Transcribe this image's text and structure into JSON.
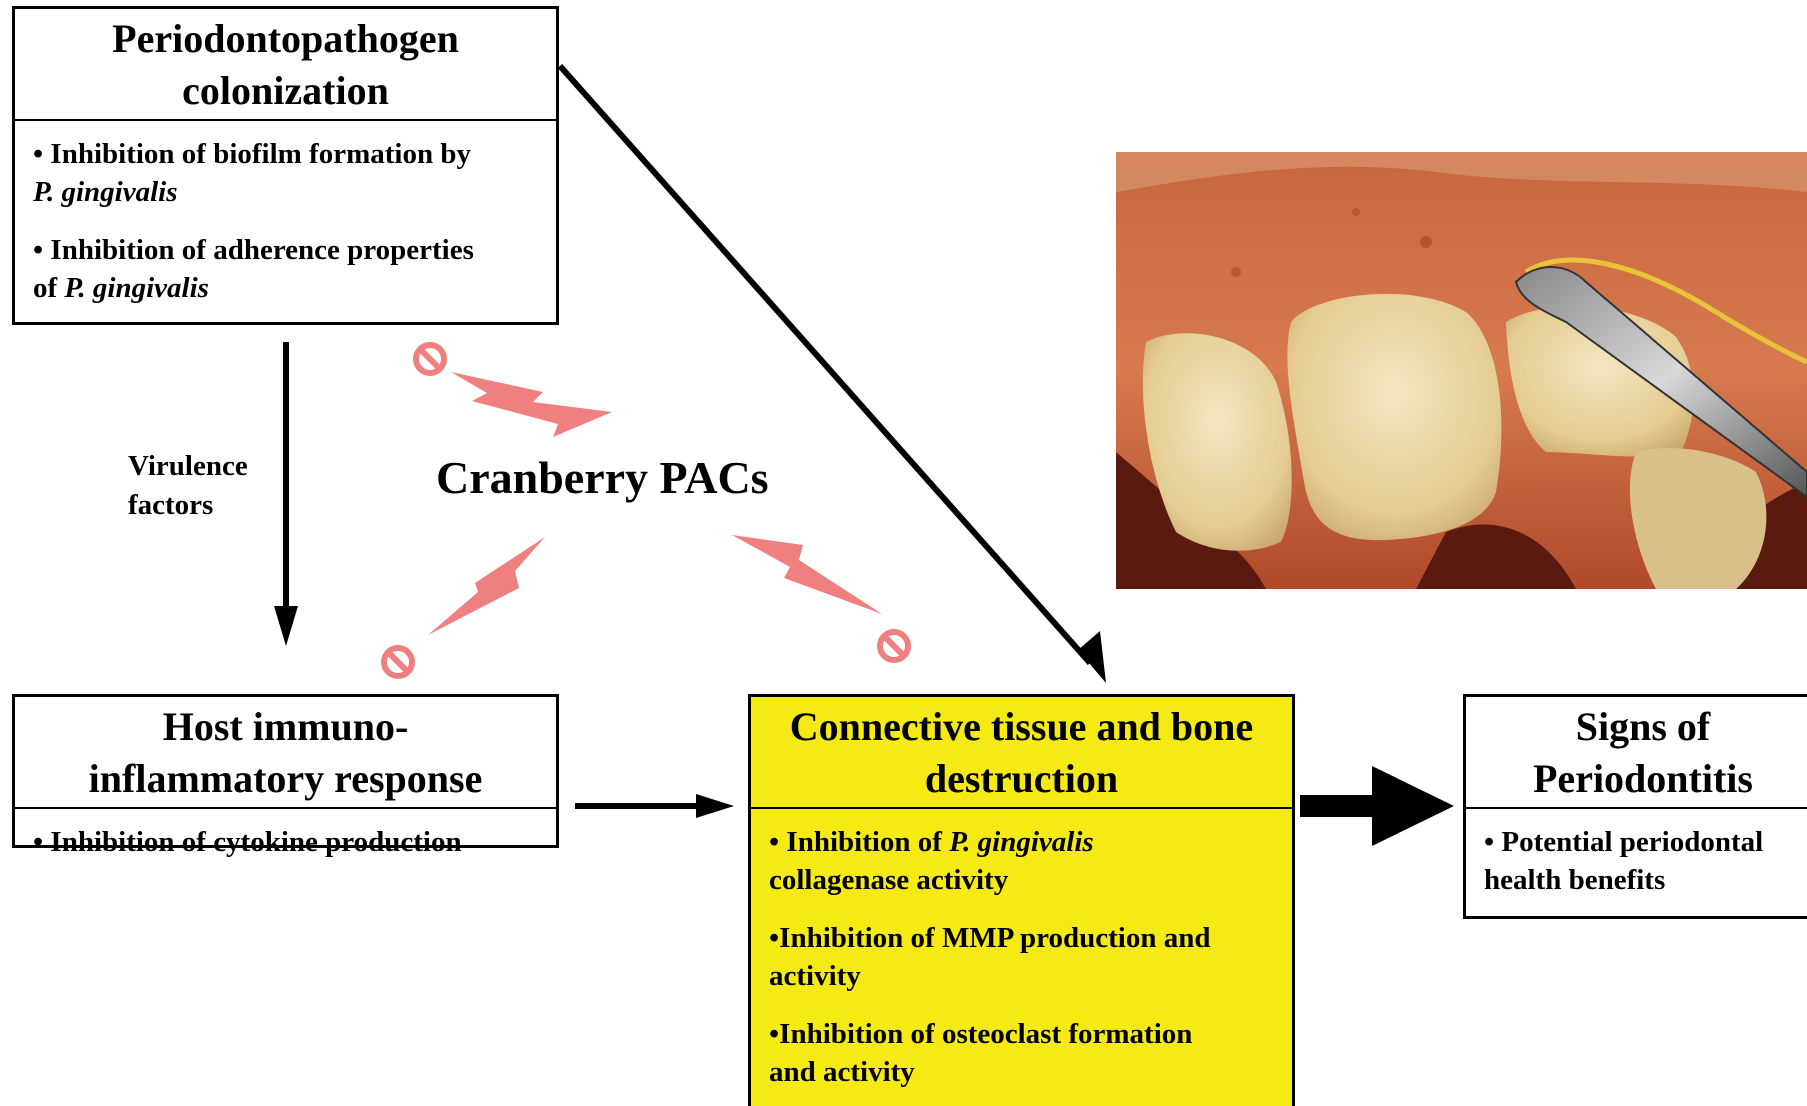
{
  "boxes": {
    "colonization": {
      "title_line1": "Periodontopathogen",
      "title_line2": "colonization",
      "item1_a": "• Inhibition of biofilm formation by",
      "item1_b": "P. gingivalis",
      "item2_a": "• Inhibition of adherence properties",
      "item2_b": "of ",
      "item2_c": "P. gingivalis"
    },
    "host": {
      "title_line1": "Host immuno-",
      "title_line2": "inflammatory response",
      "item1": "• Inhibition of cytokine production"
    },
    "destruction": {
      "title_line1": "Connective tissue and bone",
      "title_line2": "destruction",
      "item1_a": "• Inhibition of ",
      "item1_b": "P. gingivalis",
      "item1_c": "collagenase activity",
      "item2_a": "•Inhibition of MMP production and",
      "item2_b": "activity",
      "item3_a": "•Inhibition of osteoclast formation",
      "item3_b": "and activity"
    },
    "signs": {
      "title_line1": "Signs of",
      "title_line2": "Periodontitis",
      "item1_a": "• Potential periodontal",
      "item1_b": "health benefits"
    }
  },
  "labels": {
    "virulence_line1": "Virulence",
    "virulence_line2": "factors",
    "cranberry": "Cranberry PACs"
  },
  "colors": {
    "highlight": "#f5ea14",
    "inhibit": "#f08080",
    "arrow": "#000000"
  },
  "icons": [
    "no-entry-icon",
    "lightning-bolt-icon"
  ]
}
